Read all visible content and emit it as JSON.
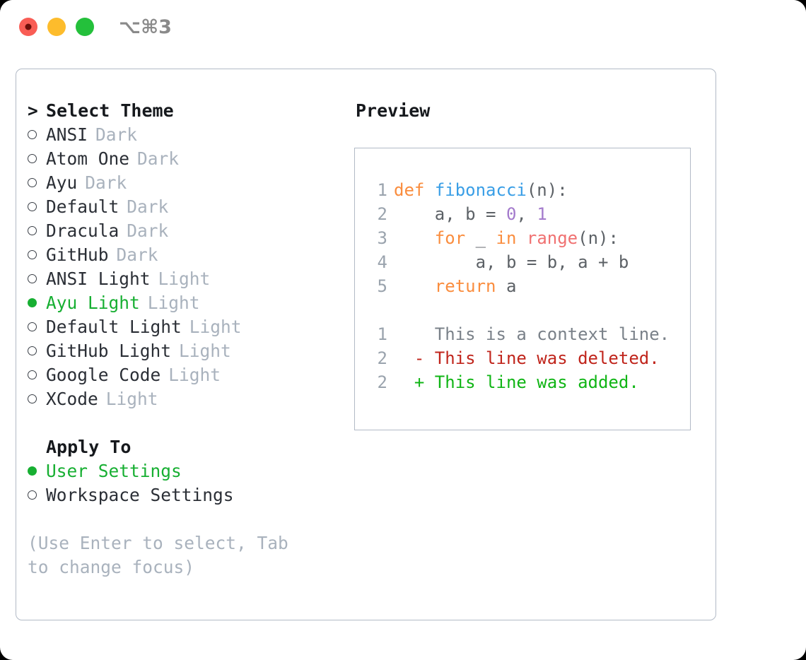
{
  "window": {
    "shortcut_label": "⌥⌘3",
    "traffic_lights": [
      {
        "name": "close",
        "color": "#f95d55"
      },
      {
        "name": "minimize",
        "color": "#fdbc2c"
      },
      {
        "name": "maximize",
        "color": "#24c03b"
      }
    ]
  },
  "theme_picker": {
    "header_caret": ">",
    "header_label": "Select Theme",
    "items": [
      {
        "marker": "hollow",
        "name": "ANSI",
        "kind": "Dark",
        "selected": false
      },
      {
        "marker": "hollow",
        "name": "Atom One",
        "kind": "Dark",
        "selected": false
      },
      {
        "marker": "hollow",
        "name": "Ayu",
        "kind": "Dark",
        "selected": false
      },
      {
        "marker": "hollow",
        "name": "Default",
        "kind": "Dark",
        "selected": false
      },
      {
        "marker": "hollow",
        "name": "Dracula",
        "kind": "Dark",
        "selected": false
      },
      {
        "marker": "hollow",
        "name": "GitHub",
        "kind": "Dark",
        "selected": false
      },
      {
        "marker": "hollow",
        "name": "ANSI Light",
        "kind": "Light",
        "selected": false
      },
      {
        "marker": "filled",
        "name": "Ayu Light",
        "kind": "Light",
        "selected": true
      },
      {
        "marker": "hollow",
        "name": "Default Light",
        "kind": "Light",
        "selected": false
      },
      {
        "marker": "hollow",
        "name": "GitHub Light",
        "kind": "Light",
        "selected": false
      },
      {
        "marker": "hollow",
        "name": "Google Code",
        "kind": "Light",
        "selected": false
      },
      {
        "marker": "hollow",
        "name": "XCode",
        "kind": "Light",
        "selected": false
      }
    ]
  },
  "apply_to": {
    "header_label": "Apply To",
    "items": [
      {
        "marker": "filled",
        "label": "User Settings",
        "selected": true
      },
      {
        "marker": "hollow",
        "label": "Workspace Settings",
        "selected": false
      }
    ]
  },
  "hint": {
    "text": "(Use Enter to select, Tab to change focus)"
  },
  "preview": {
    "title": "Preview",
    "code_lines": [
      {
        "num": "1",
        "tokens": [
          {
            "t": "def",
            "c": "kw"
          },
          {
            "t": " ",
            "c": "plain"
          },
          {
            "t": "fibonacci",
            "c": "fn"
          },
          {
            "t": "(n):",
            "c": "plain"
          }
        ]
      },
      {
        "num": "2",
        "tokens": [
          {
            "t": "    a, b = ",
            "c": "plain"
          },
          {
            "t": "0",
            "c": "num"
          },
          {
            "t": ", ",
            "c": "plain"
          },
          {
            "t": "1",
            "c": "num"
          }
        ]
      },
      {
        "num": "3",
        "tokens": [
          {
            "t": "    ",
            "c": "plain"
          },
          {
            "t": "for",
            "c": "kw"
          },
          {
            "t": " _ ",
            "c": "plain"
          },
          {
            "t": "in",
            "c": "kw"
          },
          {
            "t": " ",
            "c": "plain"
          },
          {
            "t": "range",
            "c": "builtin"
          },
          {
            "t": "(n):",
            "c": "plain"
          }
        ]
      },
      {
        "num": "4",
        "tokens": [
          {
            "t": "        a, b = b, a + b",
            "c": "plain"
          }
        ]
      },
      {
        "num": "5",
        "tokens": [
          {
            "t": "    ",
            "c": "plain"
          },
          {
            "t": "return",
            "c": "kw"
          },
          {
            "t": " a",
            "c": "plain"
          }
        ]
      }
    ],
    "diff_lines": [
      {
        "num": "1",
        "sign": " ",
        "text": "This is a context line.",
        "kind": "ctx"
      },
      {
        "num": "2",
        "sign": "-",
        "text": "This line was deleted.",
        "kind": "del"
      },
      {
        "num": "2",
        "sign": "+",
        "text": "This line was added.",
        "kind": "add"
      }
    ]
  },
  "colors": {
    "accent_green": "#17af32",
    "muted": "#a9b2bd",
    "border": "#b2bac6",
    "keyword": "#fa8d3e",
    "function": "#399ee6",
    "number": "#a37acc",
    "builtin": "#f07171",
    "diff_deleted": "#c0251c",
    "diff_added": "#10b515"
  }
}
